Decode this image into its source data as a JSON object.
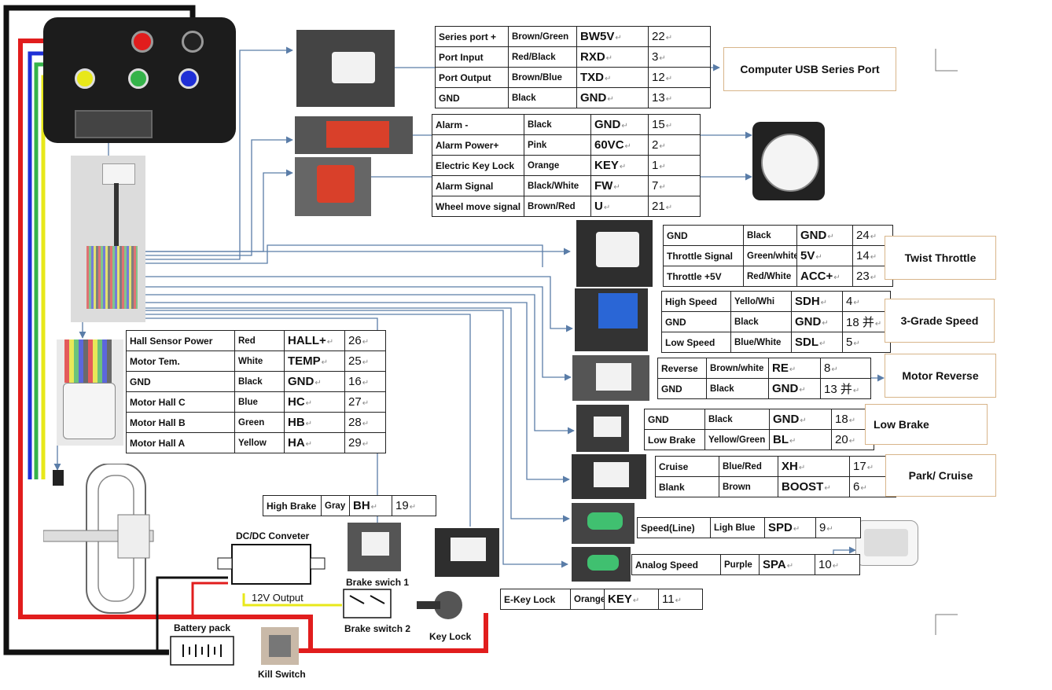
{
  "tables": {
    "usb": [
      {
        "name": "Series port +",
        "color": "Brown/Green",
        "signal": "BW5V",
        "pin": "22"
      },
      {
        "name": "Port Input",
        "color": "Red/Black",
        "signal": "RXD",
        "pin": "3"
      },
      {
        "name": "Port Output",
        "color": "Brown/Blue",
        "signal": "TXD",
        "pin": "12"
      },
      {
        "name": "GND",
        "color": "Black",
        "signal": "GND",
        "pin": "13"
      }
    ],
    "alarm": [
      {
        "name": "Alarm -",
        "color": "Black",
        "signal": "GND",
        "pin": "15"
      },
      {
        "name": "Alarm Power+",
        "color": "Pink",
        "signal": "60VC",
        "pin": "2"
      },
      {
        "name": "Electric Key Lock",
        "color": "Orange",
        "signal": "KEY",
        "pin": "1"
      },
      {
        "name": "Alarm Signal",
        "color": "Black/White",
        "signal": "FW",
        "pin": "7"
      },
      {
        "name": "Wheel move signal",
        "color": "Brown/Red",
        "signal": "U",
        "pin": "21"
      }
    ],
    "throttle": [
      {
        "name": "GND",
        "color": "Black",
        "signal": "GND",
        "pin": "24"
      },
      {
        "name": "Throttle Signal",
        "color": "Green/white",
        "signal": "5V",
        "pin": "14"
      },
      {
        "name": "Throttle +5V",
        "color": "Red/White",
        "signal": "ACC+",
        "pin": "23"
      }
    ],
    "speed3": [
      {
        "name": "High Speed",
        "color": "Yello/Whi",
        "signal": "SDH",
        "pin": "4"
      },
      {
        "name": "GND",
        "color": "Black",
        "signal": "GND",
        "pin": "18 并"
      },
      {
        "name": "Low Speed",
        "color": "Blue/White",
        "signal": "SDL",
        "pin": "5"
      }
    ],
    "reverse": [
      {
        "name": "Reverse",
        "color": "Brown/white",
        "signal": "RE",
        "pin": "8"
      },
      {
        "name": "GND",
        "color": "Black",
        "signal": "GND",
        "pin": "13 并"
      }
    ],
    "lowbrake": [
      {
        "name": "GND",
        "color": "Black",
        "signal": "GND",
        "pin": "18"
      },
      {
        "name": "Low Brake",
        "color": "Yellow/Green",
        "signal": "BL",
        "pin": "20"
      }
    ],
    "cruise": [
      {
        "name": "Cruise",
        "color": "Blue/Red",
        "signal": "XH",
        "pin": "17"
      },
      {
        "name": "Blank",
        "color": "Brown",
        "signal": "BOOST",
        "pin": "6"
      }
    ],
    "speedline": [
      {
        "name": "Speed(Line)",
        "color": "Ligh Blue",
        "signal": "SPD",
        "pin": "9"
      }
    ],
    "analog": [
      {
        "name": "Analog Speed",
        "color": "Purple",
        "signal": "SPA",
        "pin": "10"
      }
    ],
    "ekey": [
      {
        "name": "E-Key Lock",
        "color": "Orange",
        "signal": "KEY",
        "pin": "11"
      }
    ],
    "highbrake": [
      {
        "name": "High Brake",
        "color": "Gray",
        "signal": "BH",
        "pin": "19"
      }
    ],
    "hall": [
      {
        "name": "Hall Sensor Power",
        "color": "Red",
        "signal": "HALL+",
        "pin": "26"
      },
      {
        "name": "Motor Tem.",
        "color": "White",
        "signal": "TEMP",
        "pin": "25"
      },
      {
        "name": "GND",
        "color": "Black",
        "signal": "GND",
        "pin": "16"
      },
      {
        "name": "Motor Hall C",
        "color": "Blue",
        "signal": "HC",
        "pin": "27"
      },
      {
        "name": "Motor Hall B",
        "color": "Green",
        "signal": "HB",
        "pin": "28"
      },
      {
        "name": "Motor Hall A",
        "color": "Yellow",
        "signal": "HA",
        "pin": "29"
      }
    ]
  },
  "boxes": {
    "usb": "Computer USB Series Port",
    "twist": "Twist Throttle",
    "speed3": "3-Grade Speed",
    "reverse": "Motor Reverse",
    "lowbrake": "Low Brake",
    "cruise": "Park/ Cruise"
  },
  "labels": {
    "dcdc": "DC/DC Conveter",
    "output": "12V  Output",
    "brake1": "Brake swich 1",
    "brake2": "Brake switch 2",
    "keylock": "Key Lock",
    "battery": "Battery pack",
    "kill": "Kill Switch"
  },
  "colors": {
    "wire_red": "#e11d1d",
    "wire_black": "#111111",
    "wire_blue": "#1f2fd6",
    "wire_green": "#35b34a",
    "wire_yellow": "#e8e81a",
    "leader": "#5a7da8",
    "connector_red": "#d9402a",
    "connector_blue": "#2a66d6",
    "connector_green": "#40c070"
  }
}
